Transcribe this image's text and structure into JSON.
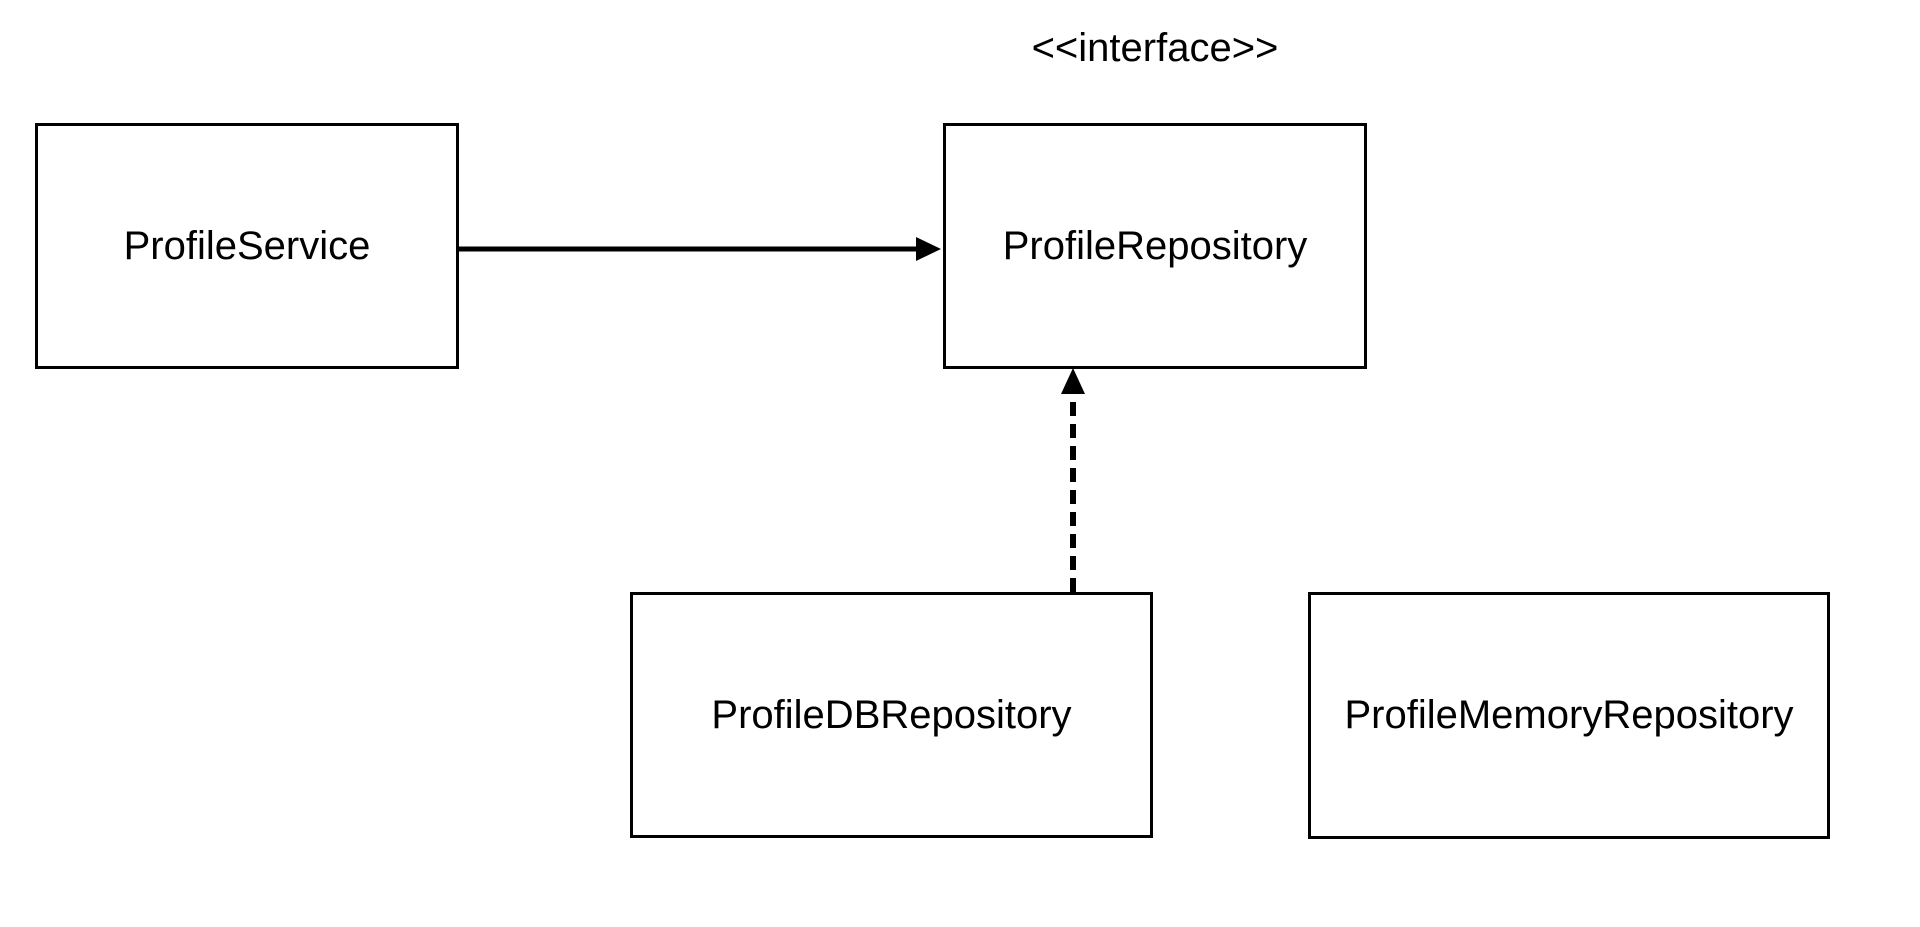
{
  "diagram": {
    "type": "uml-class-diagram",
    "colors": {
      "background": "#ffffff",
      "line": "#000000",
      "text": "#000000"
    },
    "nodes": [
      {
        "id": "profile-service",
        "label": "ProfileService"
      },
      {
        "id": "profile-repository",
        "label": "ProfileRepository",
        "stereotype": "<<interface>>"
      },
      {
        "id": "profile-db-repository",
        "label": "ProfileDBRepository"
      },
      {
        "id": "profile-memory-repository",
        "label": "ProfileMemoryRepository"
      }
    ],
    "edges": [
      {
        "from": "ProfileService",
        "to": "ProfileRepository",
        "type": "association",
        "line": "solid",
        "arrowhead": "filled"
      },
      {
        "from": "ProfileDBRepository",
        "to": "ProfileRepository",
        "type": "realization",
        "line": "dashed",
        "arrowhead": "filled"
      }
    ]
  }
}
